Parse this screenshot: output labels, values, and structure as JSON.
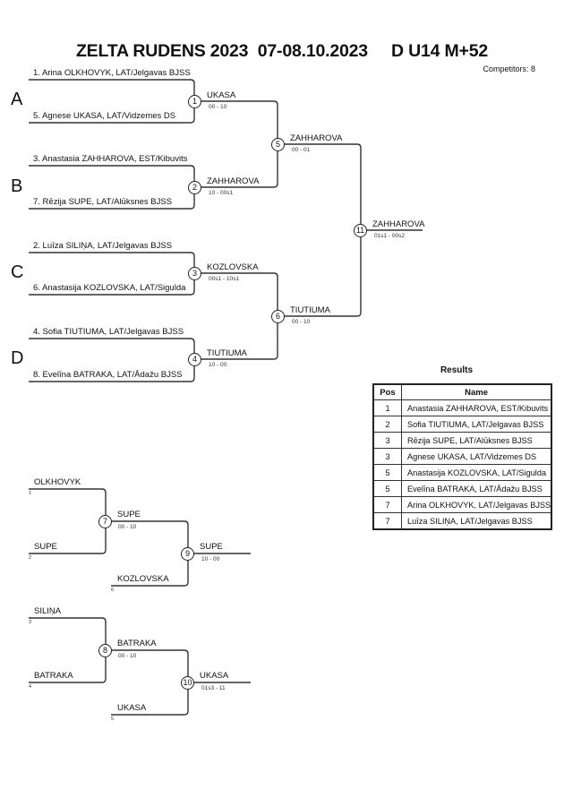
{
  "header": {
    "title": "ZELTA RUDENS 2023  07-08.10.2023     D U14 M+52",
    "competitors": "Competitors: 8"
  },
  "pools": [
    {
      "letter": "A"
    },
    {
      "letter": "B"
    },
    {
      "letter": "C"
    },
    {
      "letter": "D"
    }
  ],
  "athletes": [
    {
      "label": "1. Arina OLKHOVYK, LAT/Jelgavas BJSS"
    },
    {
      "label": "5. Agnese UKASA, LAT/Vidzemes DS"
    },
    {
      "label": "3. Anastasia ZAHHAROVA, EST/Kibuvits"
    },
    {
      "label": "7. Rēzija SUPE, LAT/Alūksnes BJSS"
    },
    {
      "label": "2. Luīza SILIŅA, LAT/Jelgavas BJSS"
    },
    {
      "label": "6. Anastasija KOZLOVSKA, LAT/Sigulda"
    },
    {
      "label": "4. Sofia TIUTIUMA, LAT/Jelgavas BJSS"
    },
    {
      "label": "8. Evelīna BATRAKA, LAT/Ādažu BJSS"
    }
  ],
  "matches": [
    {
      "no": "1",
      "winner": "UKASA",
      "score": "00 - 10"
    },
    {
      "no": "2",
      "winner": "ZAHHAROVA",
      "score": "10 - 00s1"
    },
    {
      "no": "3",
      "winner": "KOZLOVSKA",
      "score": "00s1 - 10s1"
    },
    {
      "no": "4",
      "winner": "TIUTIUMA",
      "score": "10 - 00"
    },
    {
      "no": "5",
      "winner": "ZAHHAROVA",
      "score": "00 - 01"
    },
    {
      "no": "6",
      "winner": "TIUTIUMA",
      "score": "00 - 10"
    },
    {
      "no": "7",
      "winner": "SUPE",
      "score": "00 - 10"
    },
    {
      "no": "8",
      "winner": "BATRAKA",
      "score": "00 - 10"
    },
    {
      "no": "9",
      "winner": "SUPE",
      "score": "10 - 00"
    },
    {
      "no": "10",
      "winner": "UKASA",
      "score": "01s3 - 11"
    },
    {
      "no": "11",
      "winner": "ZAHHAROVA",
      "score": "01s1 - 00s2"
    }
  ],
  "repechage": [
    {
      "name": "OLKHOVYK",
      "seed": "1"
    },
    {
      "name": "SUPE",
      "seed": "2"
    },
    {
      "name": "KOZLOVSKA",
      "seed": "6"
    },
    {
      "name": "SILIŅA",
      "seed": "3"
    },
    {
      "name": "BATRAKA",
      "seed": "4"
    },
    {
      "name": "UKASA",
      "seed": "5"
    }
  ],
  "results": {
    "title": "Results",
    "headers": {
      "pos": "Pos",
      "name": "Name"
    },
    "rows": [
      {
        "pos": "1",
        "name": "Anastasia ZAHHAROVA, EST/Kibuvits"
      },
      {
        "pos": "2",
        "name": "Sofia TIUTIUMA, LAT/Jelgavas BJSS"
      },
      {
        "pos": "3",
        "name": "Rēzija SUPE, LAT/Alūksnes BJSS"
      },
      {
        "pos": "3",
        "name": "Agnese UKASA, LAT/Vidzemes DS"
      },
      {
        "pos": "5",
        "name": "Anastasija KOZLOVSKA, LAT/Sigulda"
      },
      {
        "pos": "5",
        "name": "Evelīna BATRAKA, LAT/Ādažu BJSS"
      },
      {
        "pos": "7",
        "name": "Arina OLKHOVYK, LAT/Jelgavas BJSS"
      },
      {
        "pos": "7",
        "name": "Luīza SILIŅA, LAT/Jelgavas BJSS"
      }
    ]
  }
}
